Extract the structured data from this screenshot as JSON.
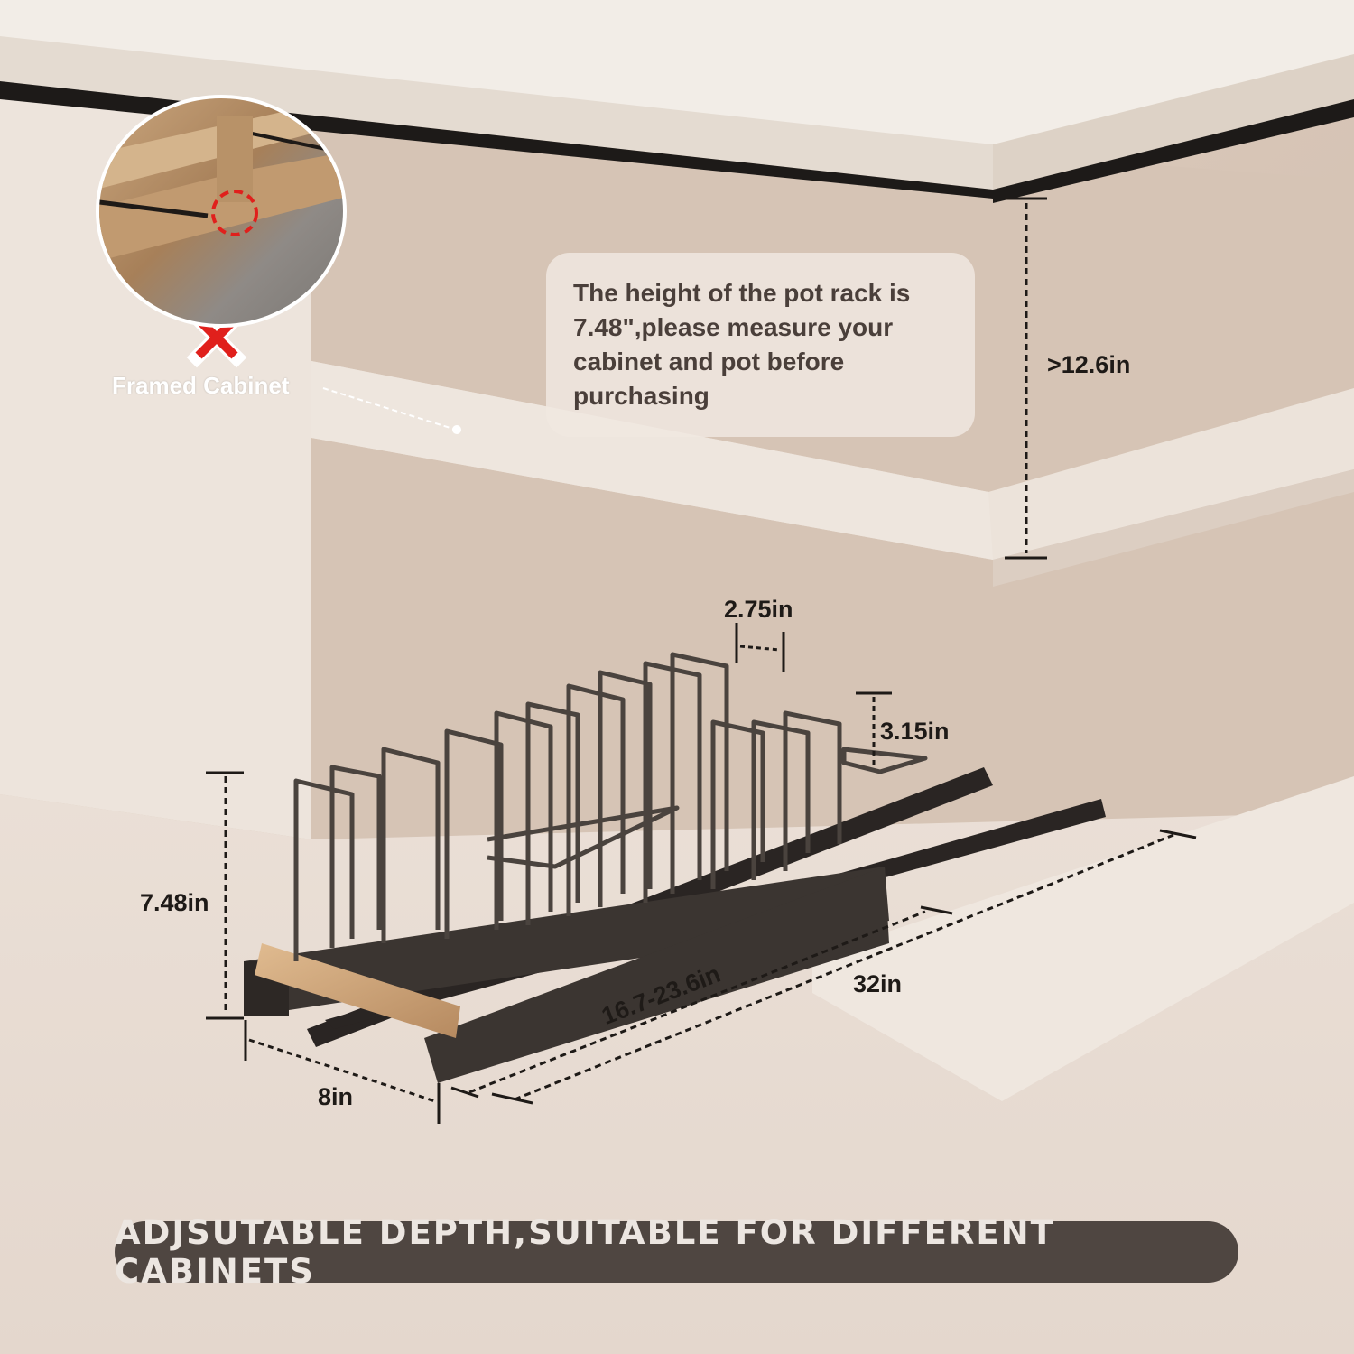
{
  "callout": {
    "text": "The height of the pot rack is 7.48\",please measure your cabinet and pot before purchasing"
  },
  "inset": {
    "label": "Framed Cabinet",
    "status_icon": "red-x-icon",
    "highlight": "dashed-red-circle"
  },
  "dimensions": {
    "cabinet_clearance": ">12.6in",
    "slot_spacing": "2.75in",
    "divider_height": "3.15in",
    "rack_height": "7.48in",
    "rack_width": "8in",
    "rack_depth_range": "16.7-23.6in",
    "rail_length": "32in"
  },
  "banner": {
    "text": "ADJSUTABLE DEPTH,SUITABLE FOR DIFFERENT CABINETS"
  },
  "colors": {
    "banner_bg": "#4f4641",
    "banner_text": "#ece6e1",
    "label_text": "#1e1a17",
    "warning_red": "#e0201c",
    "rack_metal": "#3b3531",
    "handle_wood": "#c9a27a"
  }
}
